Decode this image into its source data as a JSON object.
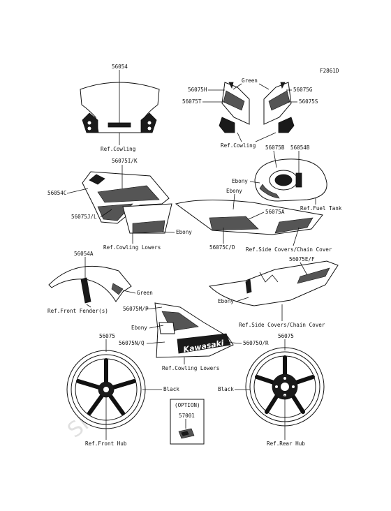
{
  "figure_code": "F2861D",
  "watermark": "SPARE",
  "decal_brand": "Kawasaki",
  "labels": {
    "p56054": "56054",
    "ref_cowling_top": "Ref.Cowling",
    "green_top": "Green",
    "p56075H": "56075H",
    "p56075G": "56075G",
    "p56075T": "56075T",
    "p56075S": "56075S",
    "ref_cowling_front": "Ref.Cowling",
    "p56075B": "56075B",
    "p56054B": "56054B",
    "ebony_tank": "Ebony",
    "ref_fuel_tank": "Ref.Fuel Tank",
    "p56075I_K": "56075I/K",
    "p56054C": "56054C",
    "p56075J_L": "56075J/L",
    "ebony_cowl": "Ebony",
    "ref_cowling_lowers_1": "Ref.Cowling Lowers",
    "ebony_seat": "Ebony",
    "p56075A": "56075A",
    "p56075C_D": "56075C/D",
    "ref_side_covers_1": "Ref.Side Covers/Chain Cover",
    "p56054A": "56054A",
    "green_fender": "Green",
    "ref_front_fender": "Ref.Front Fender(s)",
    "p56075E_F": "56075E/F",
    "ebony_side": "Ebony",
    "ref_side_covers_2": "Ref.Side Covers/Chain Cover",
    "p56075M_P": "56075M/P",
    "ebony_lower": "Ebony",
    "p56075N_Q": "56075N/Q",
    "p56075O_R": "56075O/R",
    "ref_cowling_lowers_2": "Ref.Cowling Lowers",
    "p56075_front": "56075",
    "black_front": "Black",
    "ref_front_hub": "Ref.Front Hub",
    "option": "(OPTION)",
    "p57001": "57001",
    "p56075_rear": "56075",
    "black_rear": "Black",
    "ref_rear_hub": "Ref.Rear Hub"
  }
}
